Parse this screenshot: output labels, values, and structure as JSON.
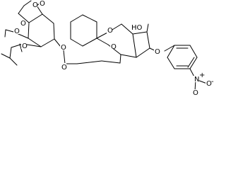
{
  "molecule": {
    "labels": {
      "o_acetyl_1": "O",
      "o_acetyl_2": "O",
      "o_acetyl_3": "O",
      "o_ring_1": "O",
      "o_spiro_1": "O",
      "o_spiro_2": "O",
      "o_spiro_3": "O",
      "oh": "HO",
      "o_glyco_1": "O",
      "o_aryl": "O",
      "o_ring_2": "O",
      "n_nitro": "N",
      "n_plus": "+",
      "o_nitro_1": "O",
      "o_nitro_2": "O",
      "o_minus": "-"
    }
  }
}
